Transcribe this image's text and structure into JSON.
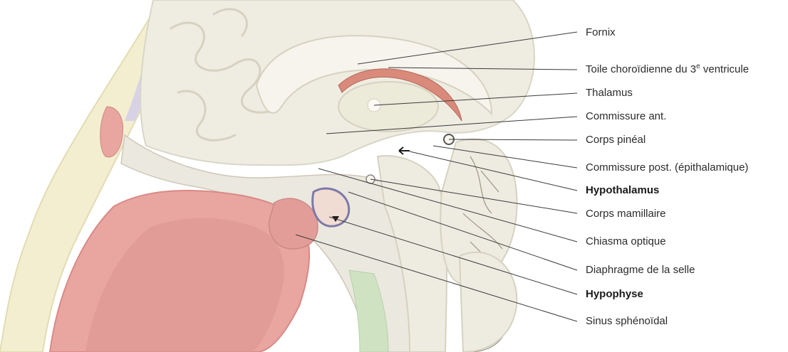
{
  "labels": {
    "fornix": "Fornix",
    "toile_prefix": "Toile choroïdienne du 3",
    "toile_sup": "e",
    "toile_suffix": " ventricule",
    "thalamus": "Thalamus",
    "commissure_ant": "Commissure ant.",
    "corps_pineal": "Corps pinéal",
    "commissure_post": "Commissure post. (épithalamique)",
    "hypothalamus": "Hypothalamus",
    "corps_mamillaire": "Corps mamillaire",
    "chiasma_optique": "Chiasma optique",
    "diaphragme_selle": "Diaphragme de la selle",
    "hypophyse": "Hypophyse",
    "sinus_sphenoidal": "Sinus sphénoïdal"
  },
  "colors": {
    "brain": "#efede2",
    "brain_shadow": "#d9d6c6",
    "nasal": "#e9a5a0",
    "nasal_dark": "#d98a86",
    "bone": "#ebe8df",
    "dura": "#c9b8d6",
    "skin": "#f3eecf",
    "leader": "#3a3a3a"
  }
}
